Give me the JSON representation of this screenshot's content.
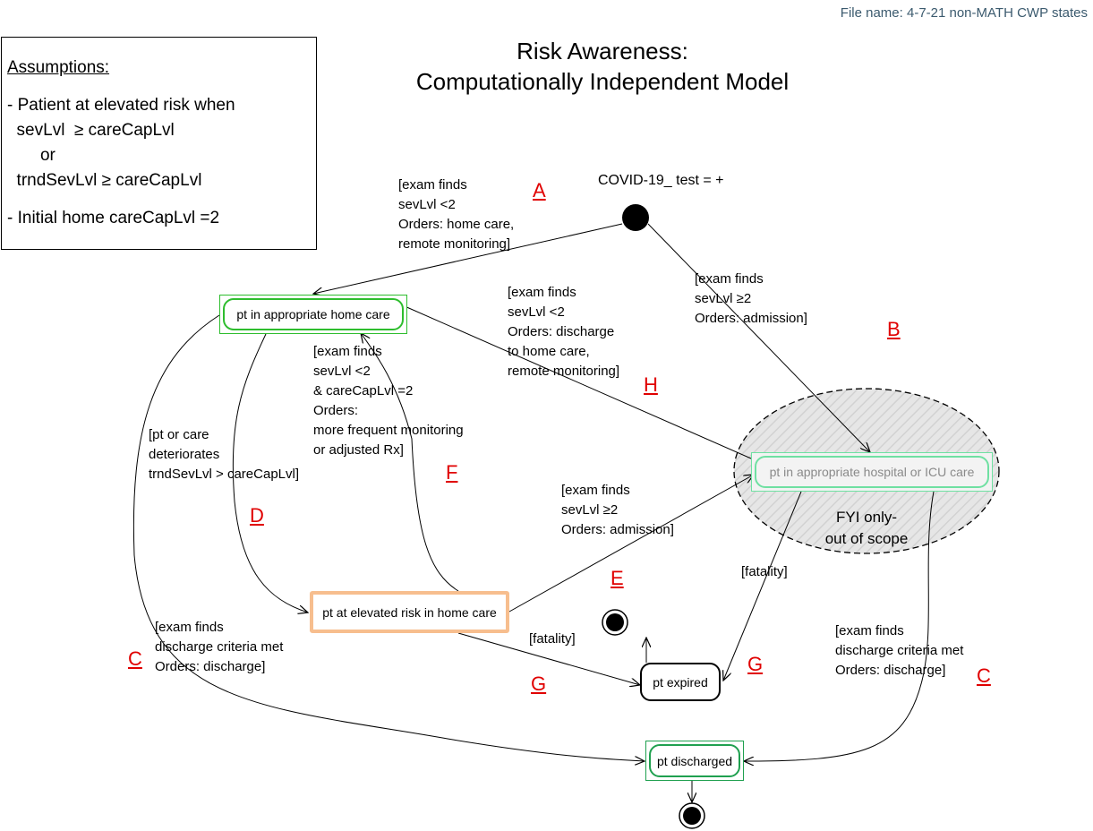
{
  "file_name": "File name: 4-7-21 non-MATH CWP states",
  "title": {
    "line1": "Risk Awareness:",
    "line2": "Computationally Independent Model"
  },
  "assumptions": {
    "heading": "Assumptions:",
    "lines": [
      "- Patient at elevated risk when",
      "  sevLvl  ≥ careCapLvl",
      "       or",
      "  trndSevLvl ≥ careCapLvl",
      "",
      "- Initial home careCapLvl =2"
    ]
  },
  "initial_label": "COVID-19_ test = +",
  "states": {
    "home_care": "pt in appropriate home care",
    "hospital": "pt in appropriate hospital or ICU care",
    "elevated": "pt at elevated risk in home care",
    "expired": "pt expired",
    "discharged": "pt discharged"
  },
  "fyi": {
    "line1": "FYI only-",
    "line2": "out of scope"
  },
  "transitions": {
    "A": "[exam finds\nsevLvl <2\nOrders: home care,\nremote monitoring]",
    "B": "[exam finds\nsevLvl ≥2\nOrders: admission]",
    "H": "[exam finds\nsevLvl <2\nOrders: discharge\nto home care,\nremote monitoring]",
    "F": "[exam finds\nsevLvl <2\n& careCapLvl =2\nOrders:\nmore frequent monitoring\nor adjusted Rx]",
    "D": "[pt or care\ndeteriorates\ntrndSevLvl > careCapLvl]",
    "E": "[exam finds\nsevLvl ≥2\nOrders: admission]",
    "fatality_hospital": "[fatality]",
    "fatality_home": "[fatality]",
    "C_left": "[exam finds\ndischarge criteria met\nOrders: discharge]",
    "C_right": "[exam finds\ndischarge criteria met\nOrders: discharge]"
  },
  "letters": {
    "A": "A",
    "B": "B",
    "H": "H",
    "F": "F",
    "D": "D",
    "E": "E",
    "C_left": "C",
    "C_right": "C",
    "G_left": "G",
    "G_right": "G"
  },
  "colors": {
    "home_border": "#2ebd2e",
    "hospital_border": "#6fe0a2",
    "elevated_border": "#f7be8e",
    "discharged_border": "#1fa04f",
    "letter": "#e00000"
  }
}
